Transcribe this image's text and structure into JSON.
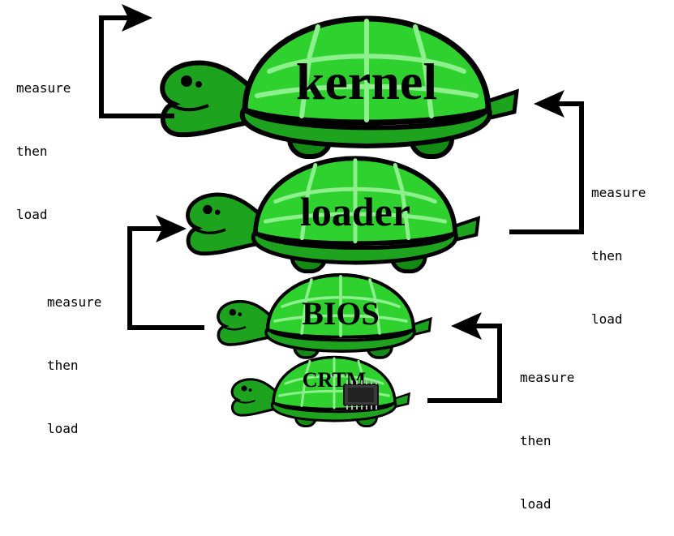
{
  "turtles": [
    {
      "id": "kernel",
      "label": "kernel"
    },
    {
      "id": "loader",
      "label": "loader"
    },
    {
      "id": "bios",
      "label": "BIOS"
    },
    {
      "id": "crtm",
      "label": "CRTM"
    }
  ],
  "annotations": [
    {
      "id": "kernel-note",
      "lines": [
        "measure",
        "then",
        "load"
      ]
    },
    {
      "id": "loader-note",
      "lines": [
        "measure",
        "then",
        "load"
      ]
    },
    {
      "id": "bios-note",
      "lines": [
        "measure",
        "then",
        "load"
      ]
    },
    {
      "id": "crtm-note",
      "lines": [
        "measure",
        "then",
        "load"
      ]
    }
  ],
  "colors": {
    "shell": "#2fd12f",
    "shell_pattern": "#8df08d",
    "body": "#1ea31e",
    "leg": "#138a13",
    "outline": "#000000",
    "arrow": "#000000"
  },
  "icons": [
    "chip-icon"
  ]
}
